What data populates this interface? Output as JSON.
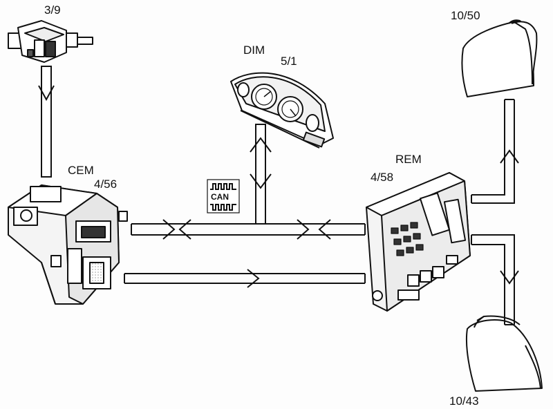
{
  "labels": {
    "switch_code": "3/9",
    "dim_name": "DIM",
    "dim_code": "5/1",
    "cem_name": "CEM",
    "cem_code": "4/56",
    "rem_name": "REM",
    "rem_code": "4/58",
    "lamp_top_code": "10/50",
    "lamp_bottom_code": "10/43"
  },
  "can_badge": {
    "text": "CAN"
  },
  "colors": {
    "line": "#111111",
    "fill": "#ffffff",
    "module_fill": "#eeeeee",
    "shadow": "#bbbbbb"
  }
}
